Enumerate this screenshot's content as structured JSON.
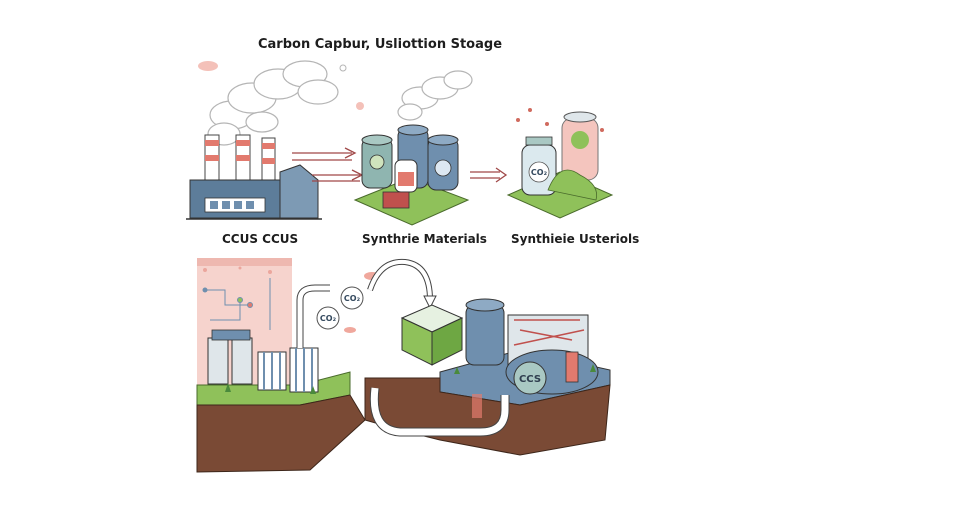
{
  "title": "Carbon Capbur, Usliottion Stoage",
  "captions": {
    "step1": "CCUS CCUS",
    "step2": "Synthrie Materials",
    "step3": "Synthieie Usteriols"
  },
  "labels": {
    "co2_a": "CO₂",
    "co2_b": "CO₂",
    "co2_c": "CO₂",
    "ccs": "CCS"
  },
  "colors": {
    "accent_red": "#e27a6e",
    "steel_blue": "#6f8fae",
    "grass_green": "#8fc15a",
    "soil_brown": "#7a4a35"
  }
}
